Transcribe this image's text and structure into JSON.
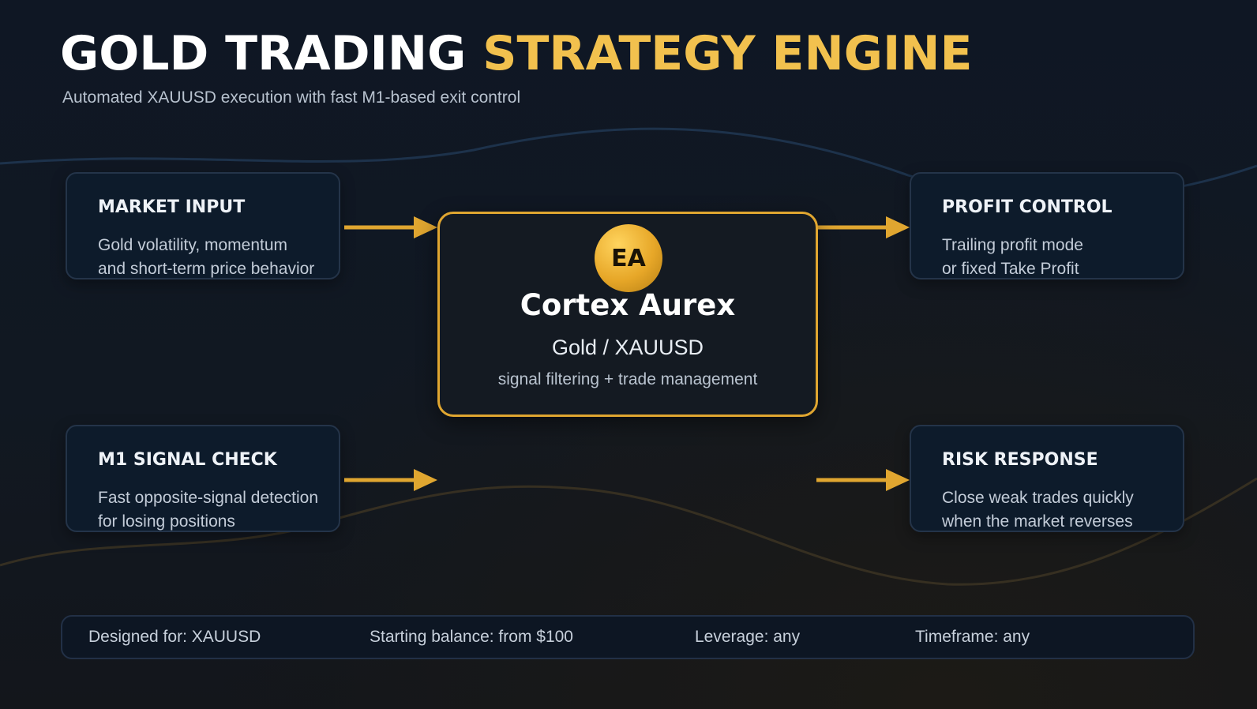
{
  "header": {
    "title_white": "GOLD TRADING",
    "title_gold": "STRATEGY ENGINE",
    "subtitle": "Automated XAUUSD execution with fast M1-based exit control"
  },
  "cards": {
    "market_input": {
      "title": "MARKET INPUT",
      "line1": "Gold volatility, momentum",
      "line2": "and short-term price behavior"
    },
    "m1_signal_check": {
      "title": "M1 SIGNAL CHECK",
      "line1": "Fast opposite-signal detection",
      "line2": "for losing positions"
    },
    "profit_control": {
      "title": "PROFIT CONTROL",
      "line1": "Trailing profit mode",
      "line2": "or fixed Take Profit"
    },
    "risk_response": {
      "title": "RISK RESPONSE",
      "line1": "Close weak trades quickly",
      "line2": "when the market reverses"
    }
  },
  "center": {
    "badge": "EA",
    "name": "Cortex Aurex",
    "pair": "Gold / XAUUSD",
    "description": "signal filtering + trade management"
  },
  "footer": {
    "designed_for": "Designed for: XAUUSD",
    "starting_balance": "Starting balance: from $100",
    "leverage": "Leverage: any",
    "timeframe": "Timeframe: any"
  },
  "colors": {
    "accent_gold": "#e0a630",
    "title_gold": "#f2c14e",
    "card_bg": "#0d1b2b",
    "page_bg": "#111822"
  }
}
